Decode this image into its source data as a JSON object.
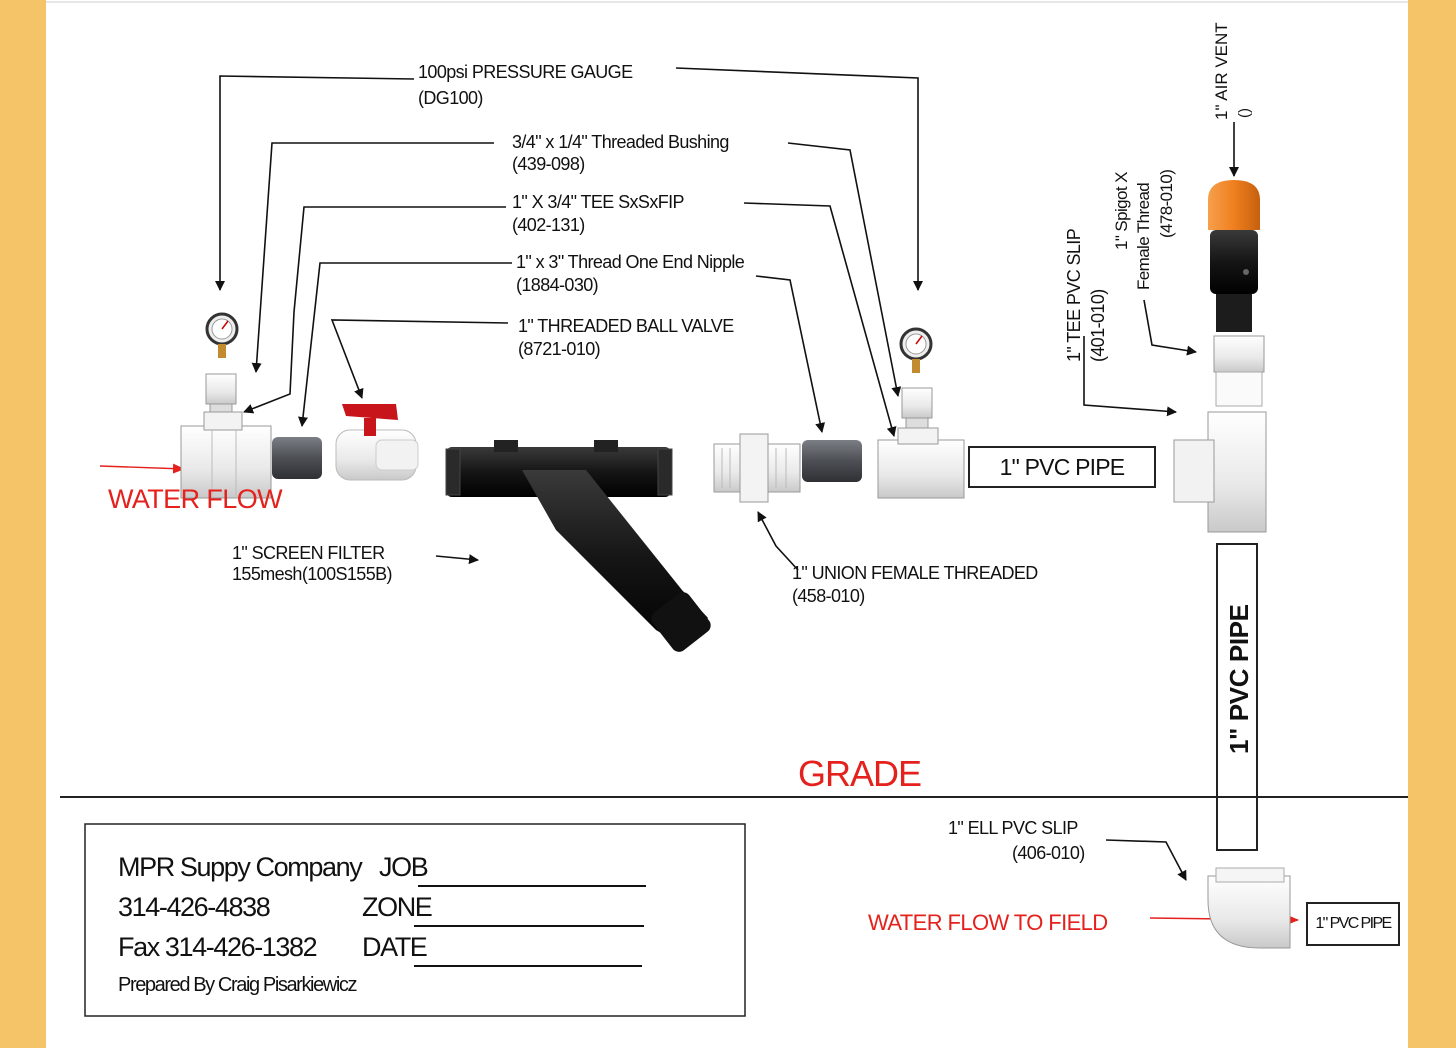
{
  "labels": {
    "gauge": "100psi PRESSURE GAUGE",
    "gauge_code": "(DG100)",
    "bushing": "3/4\" x 1/4\" Threaded Bushing",
    "bushing_code": "(439-098)",
    "tee": "1\" X 3/4\" TEE SxSxFIP",
    "tee_code": "(402-131)",
    "nipple": "1\" x 3\" Thread One End Nipple",
    "nipple_code": "(1884-030)",
    "ball_valve": "1\" THREADED BALL VALVE",
    "ball_valve_code": "(8721-010)",
    "water_flow": "WATER FLOW",
    "screen_filter": "1\" SCREEN FILTER",
    "screen_filter_code": "155mesh(100S155B)",
    "union": "1\" UNION FEMALE THREADED",
    "union_code": "(458-010)",
    "pvc_pipe_horizontal": "1\" PVC PIPE",
    "pvc_pipe_vertical": "1\" PVC PIPE",
    "air_vent": "1\" AIR VENT",
    "air_vent_code": "()",
    "spigot": "1\" Spigot X",
    "spigot_line2": "Female Thread",
    "spigot_code": "(478-010)",
    "tee_pvc_slip": "1\" TEE  PVC SLIP",
    "tee_pvc_slip_code": "(401-010)",
    "grade": "GRADE",
    "ell": "1\" ELL PVC SLIP",
    "ell_code": "(406-010)",
    "water_flow_field": "WATER FLOW TO FIELD",
    "pvc_pipe_small": "1\" PVC PIPE"
  },
  "title_block": {
    "company": "MPR Suppy Company",
    "phone": "314-426-4838",
    "fax": "Fax 314-426-1382",
    "prepared_by": "Prepared By Craig Pisarkiewicz",
    "job_label": "JOB",
    "zone_label": "ZONE",
    "date_label": "DATE"
  },
  "colors": {
    "frame": "#f5c468",
    "red": "#e4211c",
    "valve_handle": "#c8151b",
    "air_vent_cap": "#f07f1f",
    "fitting_gray": "#5e6166"
  }
}
